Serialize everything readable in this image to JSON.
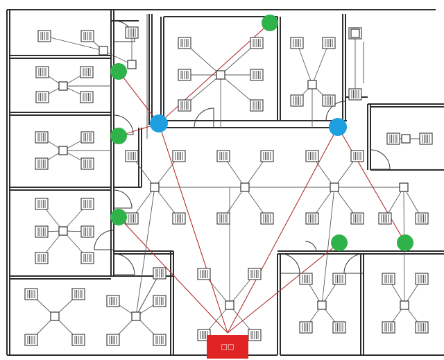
{
  "colors": {
    "link": "#b22d2d",
    "blue_node": "#1e9fe0",
    "green_node": "#2fb24a",
    "panel": "#e02424",
    "wall": "#2c2c2c"
  },
  "panel": {
    "label": "□□"
  },
  "blue_nodes": [
    "blue-node-1",
    "blue-node-2"
  ],
  "green_nodes": [
    "green-node-1",
    "green-node-2",
    "green-node-3",
    "green-node-4",
    "green-node-5",
    "green-node-6"
  ]
}
